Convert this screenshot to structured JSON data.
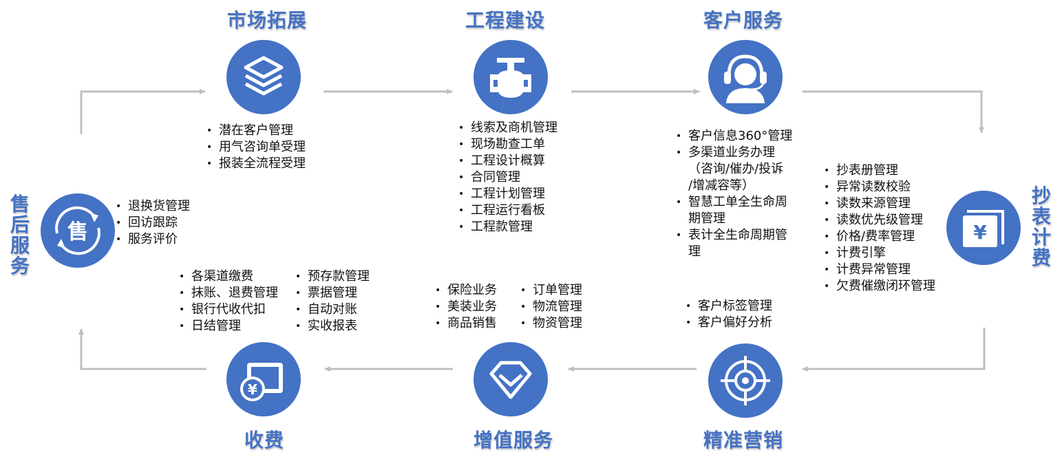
{
  "colors": {
    "accent": "#4472C4",
    "arrow": "#BFBFBF",
    "text": "#111111"
  },
  "nodes": {
    "market": {
      "title": "市场拓展",
      "icon": "layers-icon",
      "items": [
        "潜在客户管理",
        "用气咨询单受理",
        "报装全流程受理"
      ]
    },
    "engineering": {
      "title": "工程建设",
      "icon": "valve-icon",
      "items": [
        "线索及商机管理",
        "现场勘查工单",
        "工程设计概算",
        "合同管理",
        "工程计划管理",
        "工程运行看板",
        "工程款管理"
      ]
    },
    "customer_service": {
      "title": "客户服务",
      "icon": "headset-agent-icon",
      "items": [
        "客户信息360°管理",
        "多渠道业务办理",
        "（咨询/催办/投诉",
        "/增减容等）",
        "智慧工单全生命周",
        "期管理",
        "表计全生命周期管",
        "理"
      ]
    },
    "meter_billing": {
      "title": "抄表计费",
      "icon": "yuan-bill-icon",
      "items": [
        "抄表册管理",
        "异常读数校验",
        "读数来源管理",
        "读数优先级管理",
        "价格/费率管理",
        "计费引擎",
        "计费异常管理",
        "欠费催缴闭环管理"
      ]
    },
    "precision_marketing": {
      "title": "精准营销",
      "icon": "target-icon",
      "items": [
        "客户标签管理",
        "客户偏好分析"
      ]
    },
    "value_added": {
      "title": "增值服务",
      "icon": "chevron-shield-icon",
      "items_left": [
        "保险业务",
        "美装业务",
        "商品销售"
      ],
      "items_right": [
        "订单管理",
        "物流管理",
        "物资管理"
      ]
    },
    "charging": {
      "title": "收费",
      "icon": "yuan-card-icon",
      "items_left": [
        "各渠道缴费",
        "抹账、退费管理",
        "银行代收代扣",
        "日结管理"
      ],
      "items_right": [
        "预存款管理",
        "票据管理",
        "自动对账",
        "实收报表"
      ]
    },
    "after_sales": {
      "title": "售后服务",
      "icon": "sale-cycle-icon",
      "icon_char": "售",
      "items": [
        "退换货管理",
        "回访跟踪",
        "服务评价"
      ]
    }
  }
}
